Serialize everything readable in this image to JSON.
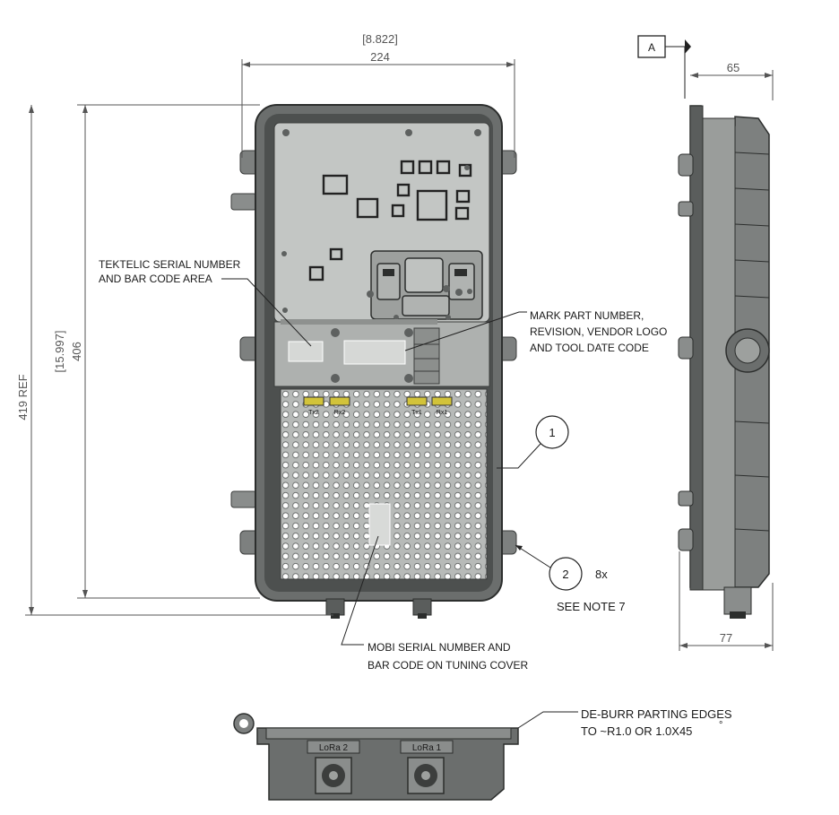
{
  "dimensions": {
    "width_in": "[8.822]",
    "width_mm": "224",
    "height_in": "[15.997]",
    "height_mm": "406",
    "height_ref": "419 REF",
    "depth_top": "65",
    "depth_bottom": "77"
  },
  "datum": "A",
  "callouts": {
    "tektelic_line1": "TEKTELIC SERIAL NUMBER",
    "tektelic_line2": "AND BAR CODE AREA",
    "mark_line1": "MARK PART NUMBER,",
    "mark_line2": "REVISION, VENDOR LOGO",
    "mark_line3": "AND TOOL  DATE CODE",
    "mobi_line1": "MOBI SERIAL NUMBER AND",
    "mobi_line2": "BAR CODE ON TUNING COVER",
    "deburr_line1": "DE-BURR PARTING EDGES",
    "deburr_line2": "TO ~R1.0 OR 1.0X45",
    "deburr_degree": "°"
  },
  "balloons": {
    "b1": "1",
    "b2": "2",
    "b2_qty": "8x",
    "note": "SEE NOTE 7"
  },
  "connectors": {
    "lora2": "LoRa 2",
    "lora1": "LoRa 1",
    "tx2": "Tx2",
    "rx2": "Rx2",
    "tx1": "Tx1",
    "rx1": "Rx1"
  }
}
